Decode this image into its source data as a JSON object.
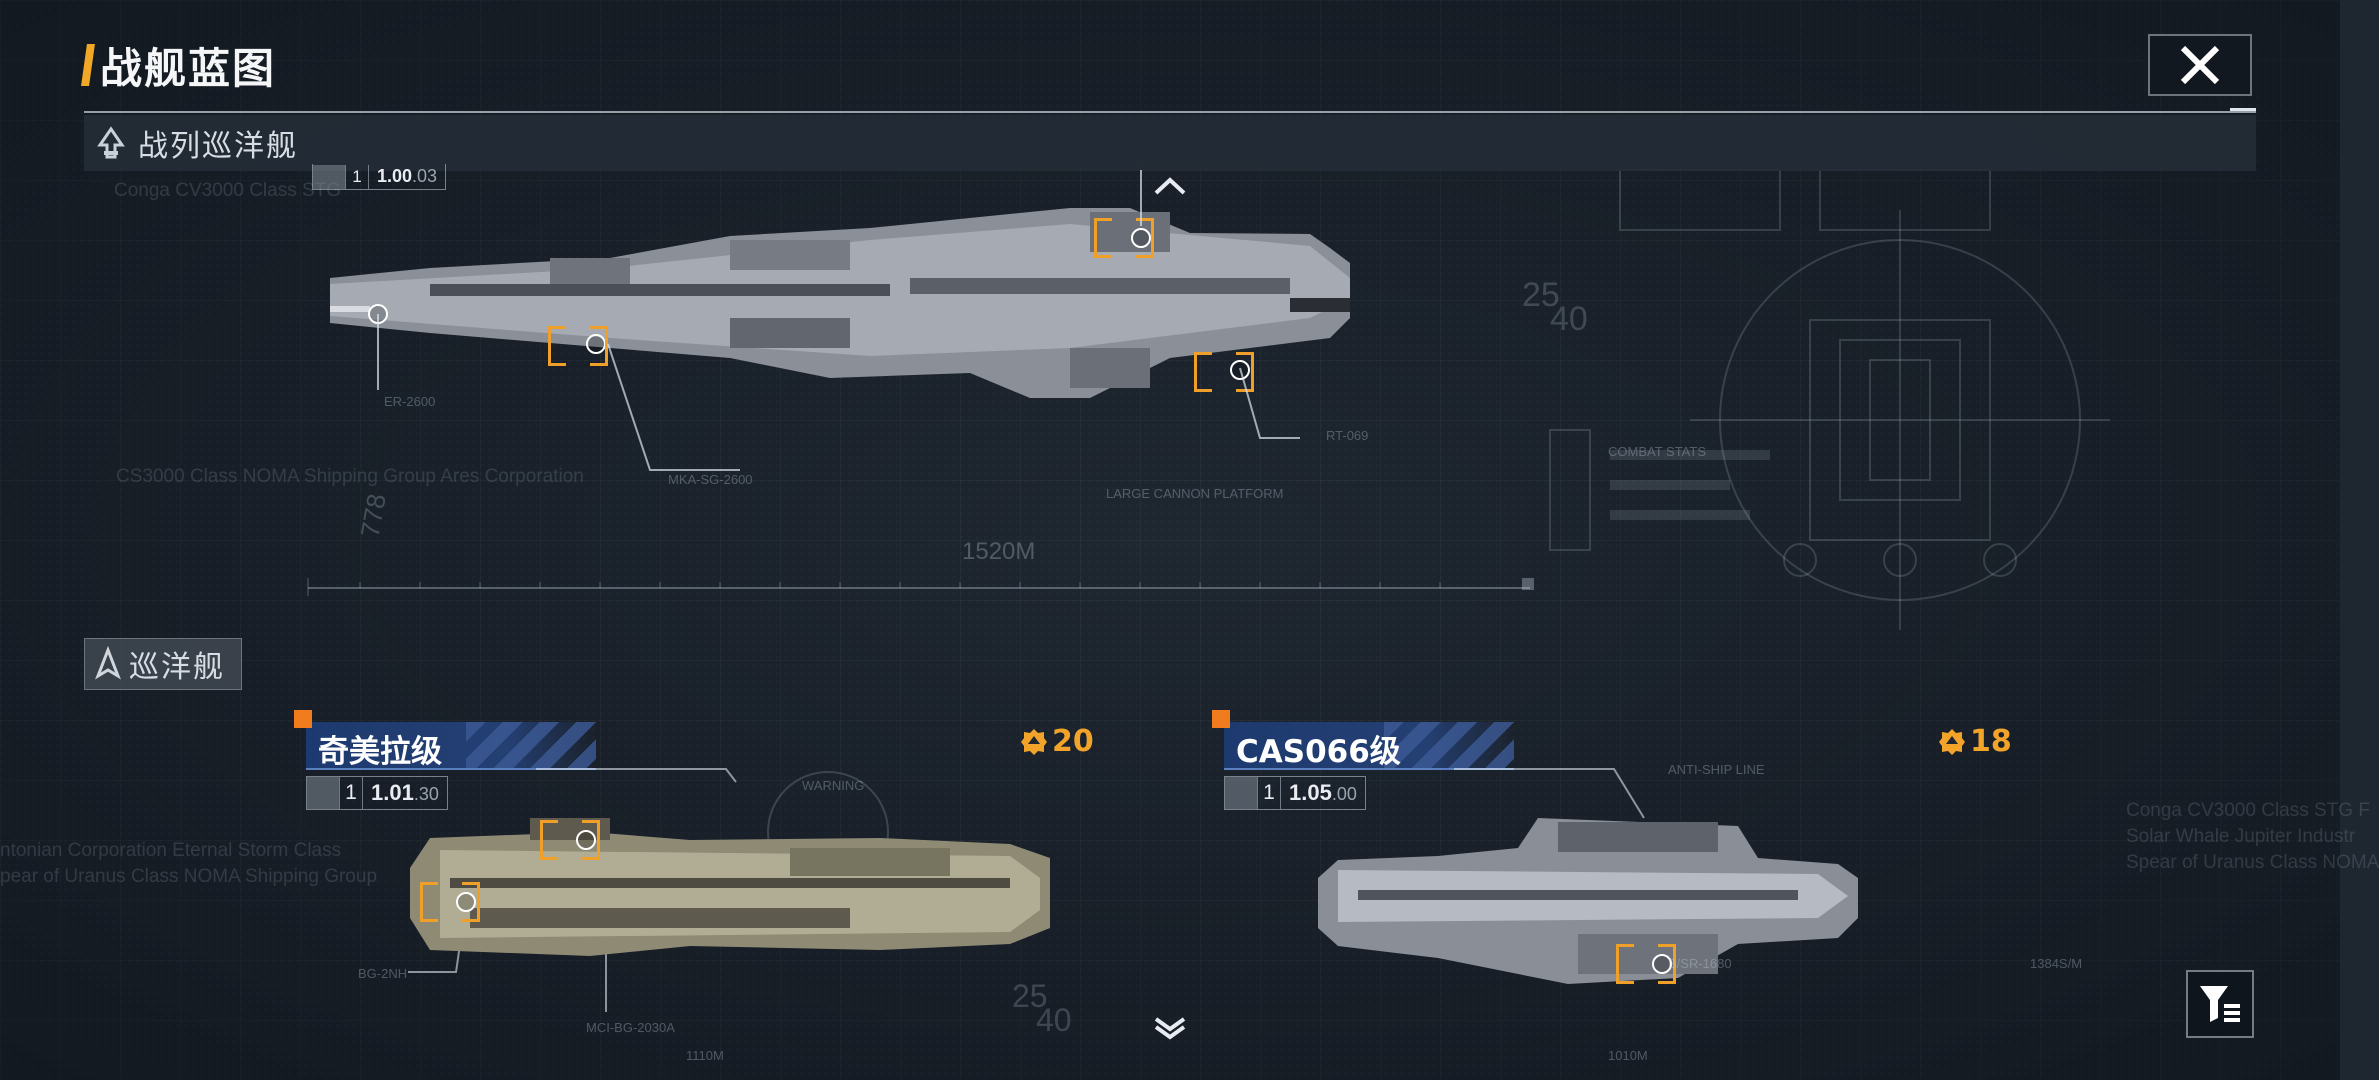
{
  "page": {
    "title": "战舰蓝图"
  },
  "sections": {
    "battlecruiser": {
      "label": "战列巡洋舰"
    },
    "cruiser": {
      "label": "巡洋舰"
    }
  },
  "featured_ship": {
    "version": {
      "tier": "1",
      "major": "1.00",
      "minor": ".03"
    },
    "length": "1520M",
    "callouts": {
      "a": "ER-2600",
      "b": "MKA-SG-2600",
      "c": "RT-069",
      "d": "LARGE CANNON PLATFORM"
    },
    "deco_numbers": {
      "n1": "778",
      "n2": "25",
      "n3": "40"
    }
  },
  "ships": [
    {
      "name": "奇美拉级",
      "score": "20",
      "version": {
        "tier": "1",
        "major": "1.01",
        "minor": ".30"
      },
      "deco": {
        "warning": "WARNING",
        "c1": "BG-2NH",
        "c2": "MCI-BG-2030A",
        "length": "1110M",
        "n1": "25",
        "n2": "40"
      }
    },
    {
      "name": "CAS066级",
      "score": "18",
      "version": {
        "tier": "1",
        "major": "1.05",
        "minor": ".00"
      },
      "deco": {
        "c1": "B/SR-1680",
        "c2": "ANTI-SHIP LINE",
        "c3": "1384S/M",
        "length": "1010M"
      }
    }
  ],
  "deco_bg": {
    "t1": "Conga CV3000 Class STG",
    "t2": "CS3000 Class NOMA Shipping Group Ares Corporation",
    "t3": "ntonian Corporation Eternal Storm Class",
    "t4": "pear of Uranus Class NOMA Shipping Group",
    "t5": "Conga CV3000 Class STG F",
    "t6": "Solar Whale Jupiter Industr",
    "t7": "Spear of Uranus Class NOMA",
    "combat": "COMBAT STATS"
  },
  "colors": {
    "accent": "#f0a826",
    "score": "#f2a42a",
    "name_bar": "#1d3a70"
  },
  "icons": {
    "close": "close-x-icon",
    "filter": "filter-funnel-icon",
    "score": "gear-badge-icon",
    "up": "chevron-up-icon",
    "down": "chevron-down-icon"
  }
}
